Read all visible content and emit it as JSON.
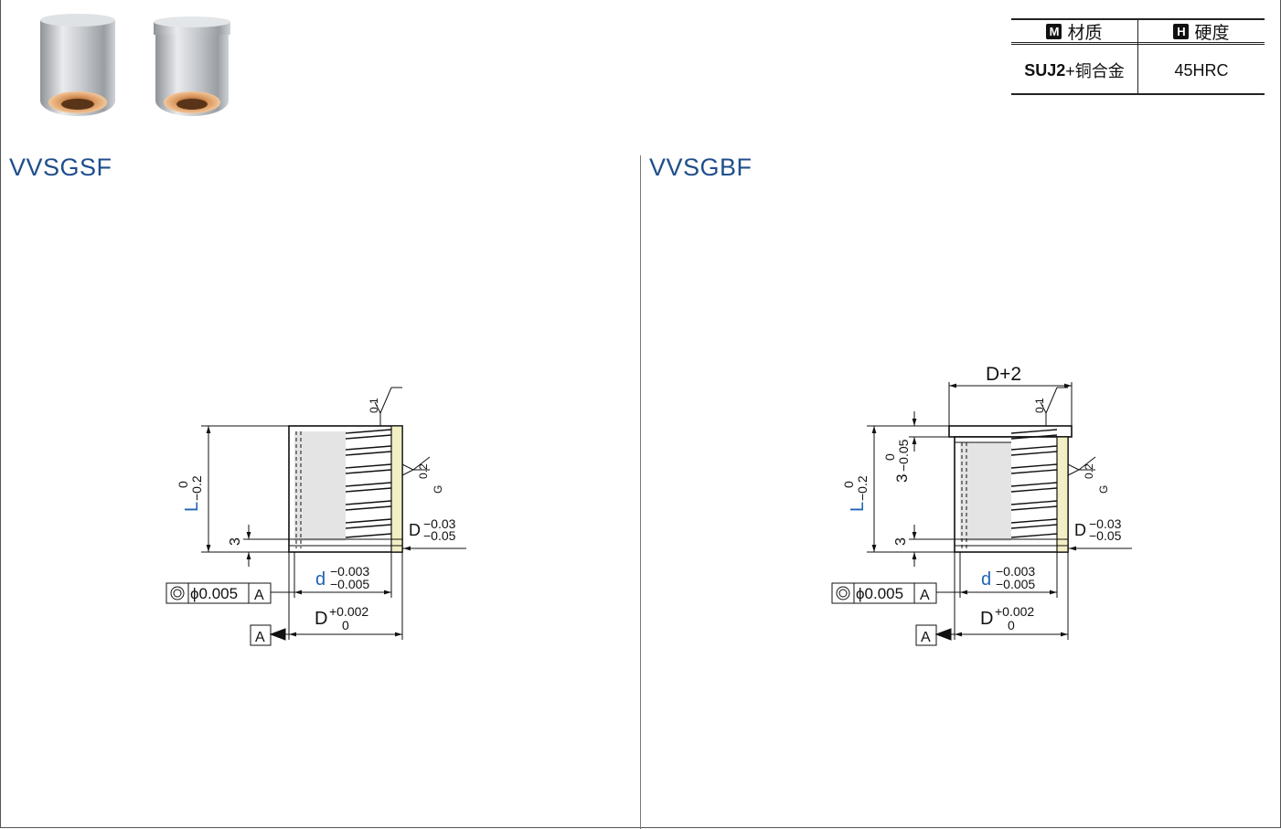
{
  "spec_table": {
    "material_header": "材质",
    "material_badge": "M",
    "hardness_header": "硬度",
    "hardness_badge": "H",
    "material_value_bold": "SUJ2",
    "material_value_rest": "+铜合金",
    "hardness_value": "45HRC"
  },
  "series": {
    "left_title": "VVSGSF",
    "right_title": "VVSGBF"
  },
  "drawing_left": {
    "roughness": "0.1",
    "roughness_side": "0.2",
    "grind_mark": "G",
    "length_symbol": "L",
    "length_tol_upper": "0",
    "length_tol_lower": "−0.2",
    "chamfer": "3",
    "outer_d_symbol": "D",
    "outer_d_tol_upper": "−0.03",
    "outer_d_tol_lower": "−0.05",
    "inner_d_symbol": "d",
    "inner_d_tol_upper": "−0.003",
    "inner_d_tol_lower": "−0.005",
    "fit_d_symbol": "D",
    "fit_d_tol_upper": "+0.002",
    "fit_d_tol_lower": "0",
    "concentricity_value": "ϕ0.005",
    "datum": "A"
  },
  "drawing_right": {
    "flange_dim": "D+2",
    "roughness": "0.1",
    "roughness_side": "0.2",
    "grind_mark": "G",
    "flange_thickness": "3",
    "flange_tol_upper": "0",
    "flange_tol_lower": "−0.05",
    "length_symbol": "L",
    "length_tol_upper": "0",
    "length_tol_lower": "−0.2",
    "chamfer": "3",
    "outer_d_symbol": "D",
    "outer_d_tol_upper": "−0.03",
    "outer_d_tol_lower": "−0.05",
    "inner_d_symbol": "d",
    "inner_d_tol_upper": "−0.003",
    "inner_d_tol_lower": "−0.005",
    "fit_d_symbol": "D",
    "fit_d_tol_upper": "+0.002",
    "fit_d_tol_lower": "0",
    "concentricity_value": "ϕ0.005",
    "datum": "A"
  },
  "colors": {
    "title_blue": "#1f4e8c",
    "dimension_blue": "#1e64b4",
    "bronze": "#d8935a",
    "steel": "#b9bcc0"
  }
}
